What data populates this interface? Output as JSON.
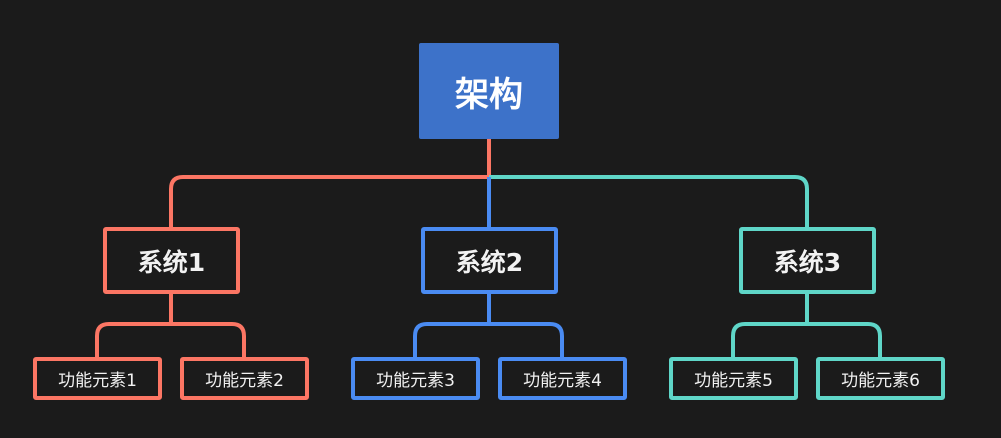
{
  "colors": {
    "background": "#1b1b1b",
    "root": "#3d72c9",
    "branch_1": "#fc7664",
    "branch_2": "#4a8bf2",
    "branch_3": "#5fd6c8"
  },
  "root": {
    "label": "架构"
  },
  "systems": [
    {
      "label": "系统1",
      "elements": [
        "功能元素1",
        "功能元素2"
      ]
    },
    {
      "label": "系统2",
      "elements": [
        "功能元素3",
        "功能元素4"
      ]
    },
    {
      "label": "系统3",
      "elements": [
        "功能元素5",
        "功能元素6"
      ]
    }
  ]
}
